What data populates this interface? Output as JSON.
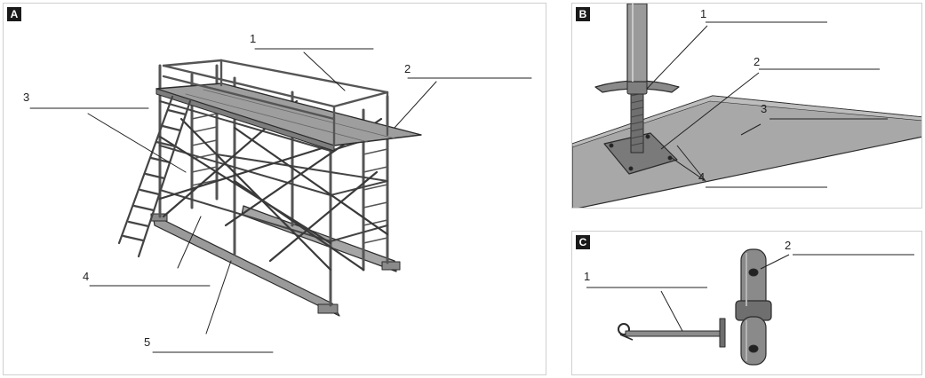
{
  "panels": [
    {
      "badge": "A",
      "callouts": [
        "1",
        "2",
        "3",
        "4",
        "5"
      ]
    },
    {
      "badge": "B",
      "callouts": [
        "1",
        "2",
        "3",
        "4"
      ]
    },
    {
      "badge": "C",
      "callouts": [
        "1",
        "2"
      ]
    }
  ],
  "colors": {
    "metal": "#8c8c8c",
    "wood": "#a8a8a8",
    "outline": "#2b2b2b",
    "badge": "#1a1a1a"
  }
}
